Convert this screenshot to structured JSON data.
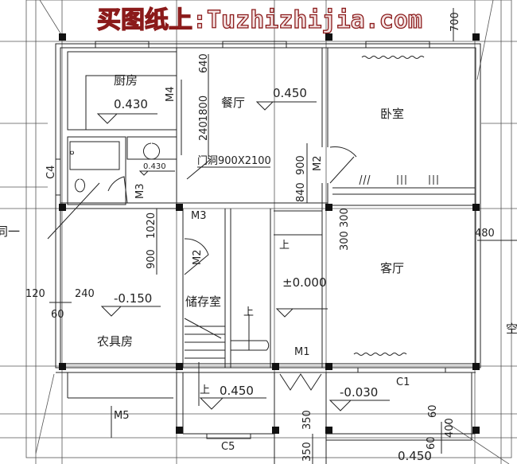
{
  "watermark": "买图纸上:Tuzhizhijia.com",
  "rooms": {
    "kitchen": "厨房",
    "dining": "餐厅",
    "bedroom": "卧室",
    "living": "客厅",
    "storage": "储存室",
    "tool_room": "农具房",
    "partial_left": "同一",
    "partial_right": "空"
  },
  "levels": {
    "kitchen": "0.430",
    "dining": "0.450",
    "bath": "0.430",
    "hall": "±0.000",
    "tool_room": "-0.150",
    "porch": "0.450",
    "terrace": "-0.030",
    "bottom": "0.450"
  },
  "doors": {
    "m4": "M4",
    "m3_bath": "M3",
    "m2_bed": "M2",
    "m3_stair": "M3",
    "m2_store": "M2",
    "m1": "M1",
    "m5": "M5",
    "opening": "门洞900X2100"
  },
  "windows": {
    "c4": "C4",
    "c1": "C1",
    "c5": "C5"
  },
  "dimensions": {
    "d640": "640",
    "d1800": "1800",
    "d240a": "240",
    "d900a": "900",
    "d840": "840",
    "d700": "700",
    "d1020": "1020",
    "d900b": "900",
    "d300": "300 300",
    "d480": "480",
    "d120": "120",
    "d240b": "240",
    "d60a": "60",
    "d60b": "60",
    "d400": "400",
    "d60c": "60",
    "d350a": "350",
    "d350b": "350"
  },
  "stairs": {
    "up1": "上",
    "up2": "上",
    "up3": "上"
  }
}
